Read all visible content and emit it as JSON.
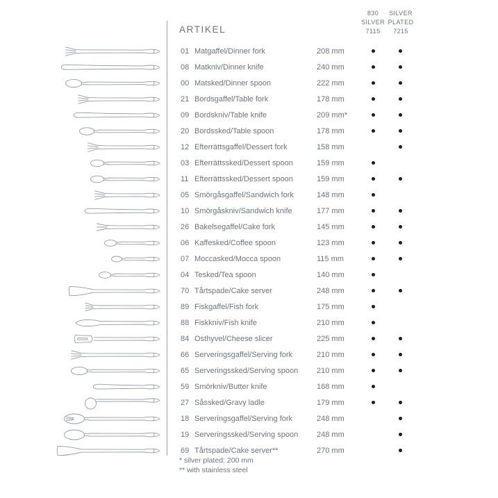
{
  "title": "ARTIKEL",
  "availability_columns": [
    {
      "lines": [
        "830",
        "SILVER",
        "7115"
      ]
    },
    {
      "lines": [
        "SILVER",
        "PLATED",
        "7215"
      ]
    }
  ],
  "rows": [
    {
      "no": "01",
      "name": "Matgaffel/Dinner fork",
      "size": "208 mm",
      "available": [
        true,
        true
      ],
      "icon": "dinner-fork"
    },
    {
      "no": "08",
      "name": "Matkniv/Dinner knife",
      "size": "240 mm",
      "available": [
        true,
        true
      ],
      "icon": "dinner-knife"
    },
    {
      "no": "00",
      "name": "Matsked/Dinner spoon",
      "size": "222 mm",
      "available": [
        true,
        true
      ],
      "icon": "dinner-spoon"
    },
    {
      "no": "21",
      "name": "Bordsgaffel/Table fork",
      "size": "178 mm",
      "available": [
        true,
        true
      ],
      "icon": "table-fork"
    },
    {
      "no": "09",
      "name": "Bordskniv/Table knife",
      "size": "209 mm*",
      "available": [
        true,
        true
      ],
      "icon": "table-knife"
    },
    {
      "no": "20",
      "name": "Bordssked/Table spoon",
      "size": "178 mm",
      "available": [
        true,
        true
      ],
      "icon": "table-spoon"
    },
    {
      "no": "12",
      "name": "Efterrättsgaffel/Dessert fork",
      "size": "158 mm",
      "available": [
        false,
        true
      ],
      "icon": "dessert-fork"
    },
    {
      "no": "03",
      "name": "Efterrättssked/Dessert spoon",
      "size": "159 mm",
      "available": [
        true,
        false
      ],
      "icon": "dessert-spoon"
    },
    {
      "no": "11",
      "name": "Efterrättssked/Dessert spoon",
      "size": "159 mm",
      "available": [
        true,
        true
      ],
      "icon": "dessert-spoon"
    },
    {
      "no": "05",
      "name": "Smörgåsgaffel/Sandwich fork",
      "size": "148 mm",
      "available": [
        true,
        false
      ],
      "icon": "sandwich-fork"
    },
    {
      "no": "10",
      "name": "Smörgåskniv/Sandwich knife",
      "size": "177 mm",
      "available": [
        true,
        true
      ],
      "icon": "sandwich-knife"
    },
    {
      "no": "26",
      "name": "Bakelsegaffel/Cake fork",
      "size": "145 mm",
      "available": [
        true,
        true
      ],
      "icon": "cake-fork"
    },
    {
      "no": "06",
      "name": "Kaffesked/Coffee spoon",
      "size": "123 mm",
      "available": [
        true,
        true
      ],
      "icon": "coffee-spoon"
    },
    {
      "no": "07",
      "name": "Moccasked/Mocca spoon",
      "size": "115 mm",
      "available": [
        true,
        true
      ],
      "icon": "mocca-spoon"
    },
    {
      "no": "04",
      "name": "Tesked/Tea spoon",
      "size": "140 mm",
      "available": [
        true,
        false
      ],
      "icon": "tea-spoon"
    },
    {
      "no": "70",
      "name": "Tårtspade/Cake server",
      "size": "248 mm",
      "available": [
        true,
        true
      ],
      "icon": "cake-server"
    },
    {
      "no": "89",
      "name": "Fiskgaffel/Fish fork",
      "size": "175 mm",
      "available": [
        true,
        false
      ],
      "icon": "fish-fork"
    },
    {
      "no": "88",
      "name": "Fiskkniv/Fish knife",
      "size": "210 mm",
      "available": [
        true,
        false
      ],
      "icon": "fish-knife"
    },
    {
      "no": "84",
      "name": "Osthyvel/Cheese slicer",
      "size": "225 mm",
      "available": [
        true,
        true
      ],
      "icon": "cheese-slicer"
    },
    {
      "no": "66",
      "name": "Serveringsgaffel/Serving fork",
      "size": "210 mm",
      "available": [
        true,
        true
      ],
      "icon": "serving-fork"
    },
    {
      "no": "65",
      "name": "Serveringssked/Serving spoon",
      "size": "210 mm",
      "available": [
        true,
        true
      ],
      "icon": "serving-spoon"
    },
    {
      "no": "59",
      "name": "Smörkniv/Butter knife",
      "size": "168 mm",
      "available": [
        true,
        false
      ],
      "icon": "butter-knife"
    },
    {
      "no": "27",
      "name": "Såssked/Gravy ladle",
      "size": "179 mm",
      "available": [
        true,
        true
      ],
      "icon": "gravy-ladle"
    },
    {
      "no": "18",
      "name": "Serveringsgaffel/Serving fork",
      "size": "248 mm",
      "available": [
        false,
        true
      ],
      "icon": "salad-serving-fork"
    },
    {
      "no": "19",
      "name": "Serveringssked/Serving spoon",
      "size": "248 mm",
      "available": [
        false,
        true
      ],
      "icon": "salad-serving-spoon"
    },
    {
      "no": "69",
      "name": "Tårtspade/Cake server**",
      "size": "270 mm",
      "available": [
        false,
        true
      ],
      "icon": "cake-server-large"
    }
  ],
  "footnotes": [
    "* silver plated: 200 mm",
    "** with stainless steel"
  ],
  "colors": {
    "text": "#6b747e",
    "dot": "#1d1d1d",
    "rule": "#99a0a8",
    "drawing": "#939ca5"
  }
}
